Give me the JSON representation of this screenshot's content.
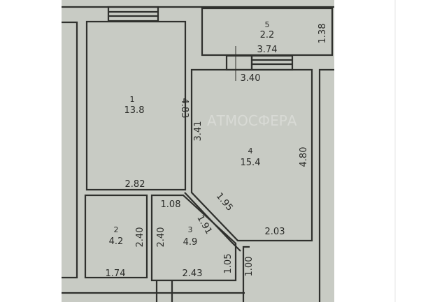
{
  "watermark": "АТМОСФЕРА",
  "rooms": [
    {
      "number": "1",
      "area": "13.8"
    },
    {
      "number": "5",
      "area": "2.2"
    },
    {
      "number": "4",
      "area": "15.4"
    },
    {
      "number": "2",
      "area": "4.2"
    },
    {
      "number": "3",
      "area": "4.9"
    }
  ],
  "dimensions": {
    "room1_height": "4.83",
    "room1_width": "2.82",
    "balcony_width": "3.74",
    "balcony_depth": "1.38",
    "room4_top": "3.40",
    "room4_left": "3.41",
    "room4_right": "4.80",
    "room4_diagonal": "1.95",
    "room4_bottom": "2.03",
    "hall_top": "1.08",
    "hall_diagonal": "1.91",
    "hall_left": "2.40",
    "hall_right": "1.05",
    "hall_bottom": "2.43",
    "bath_right": "2.40",
    "bath_bottom": "1.74",
    "corridor_right": "1.00"
  },
  "colors": {
    "plan_bg": "#c8cbc4",
    "wall": "#2f302d"
  }
}
